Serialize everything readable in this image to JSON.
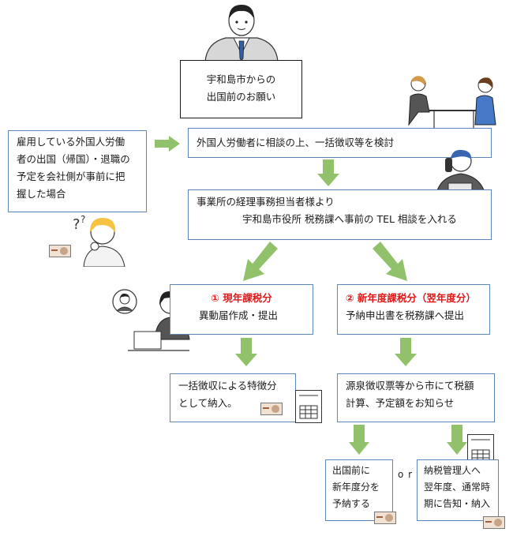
{
  "request_box": {
    "line1": "宇和島市からの",
    "line2": "出国前のお願い"
  },
  "employer_box": {
    "line1": "雇用している外国人労働",
    "line2": "者の出国（帰国）・退職の",
    "line3": "予定を会社側が事前に把",
    "line4": "握した場合"
  },
  "step1": {
    "text": "外国人労働者に相談の上、一括徴収等を検討"
  },
  "step2": {
    "line1": "事業所の経理事務担当者様より",
    "line2": "宇和島市役所 税務課へ事前の TEL 相談を入れる"
  },
  "branch1": {
    "title": "① 現年課税分",
    "body": "異動届作成・提出"
  },
  "branch2": {
    "title": "② 新年度課税分（翌年度分）",
    "body": "予納申出書を税務課へ提出"
  },
  "result1": {
    "line1": "一括徴収による特徴分",
    "line2": "として納入。"
  },
  "result2": {
    "line1": "源泉徴収票等から市にて税額",
    "line2": "計算、予定額をお知らせ"
  },
  "option_a": {
    "line1": "出国前に",
    "line2": "新年度分を",
    "line3": "予納する"
  },
  "or_text": "o r",
  "option_b": {
    "line1": "納税管理人へ",
    "line2": "翌年度、通常時",
    "line3": "期に告知・納入"
  },
  "colors": {
    "arrow": "#92c16b",
    "box_border": "#5d86b8",
    "highlight": "#e01818"
  }
}
